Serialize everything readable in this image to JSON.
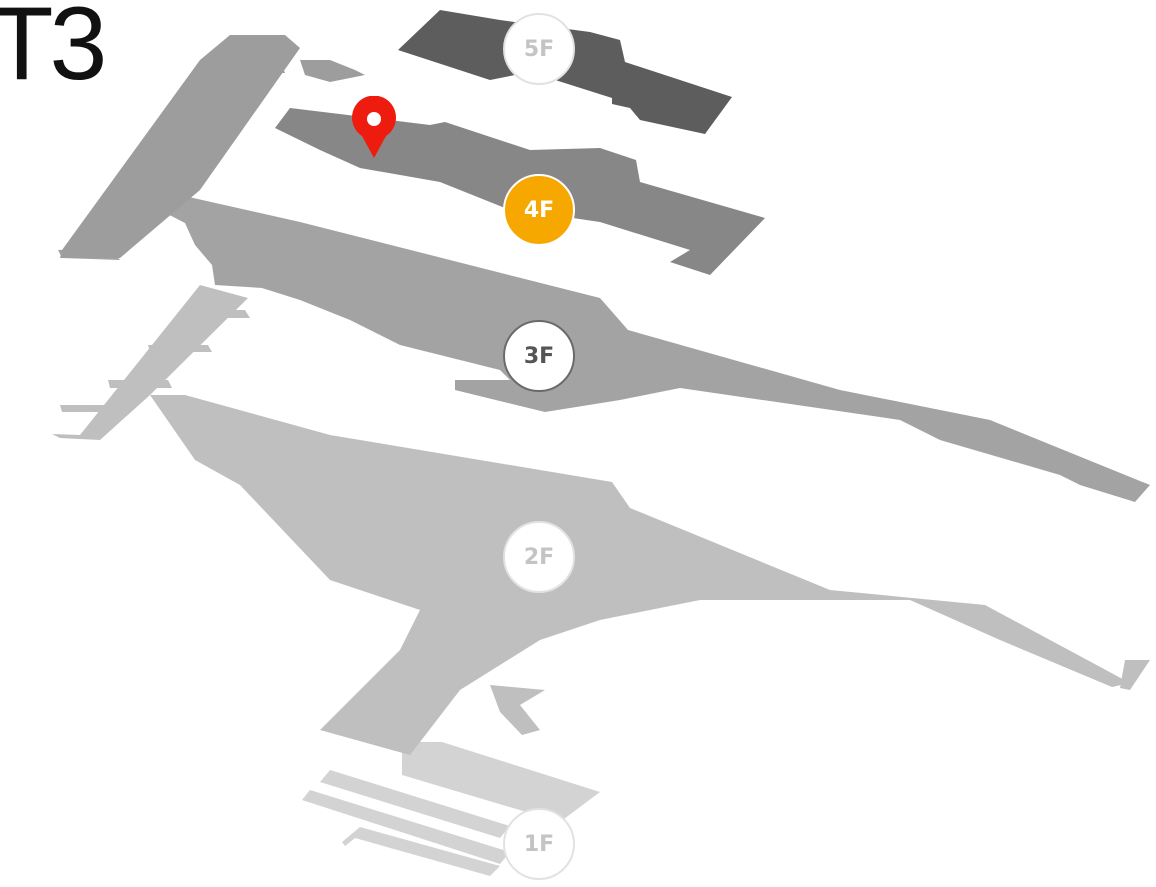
{
  "terminal": {
    "name": "T3"
  },
  "floors": [
    {
      "label": "5F",
      "color": "#5d5d5d"
    },
    {
      "label": "4F",
      "color": "#878787"
    },
    {
      "label": "3F",
      "color": "#a3a3a3"
    },
    {
      "label": "2F",
      "color": "#bfbfbf"
    },
    {
      "label": "1F",
      "color": "#d3d3d3"
    }
  ],
  "selected_floor": "4F",
  "colors": {
    "active_badge": "#f6a800",
    "pin": "#ee1c0e"
  },
  "icons": {
    "location_pin": "location-pin-icon"
  }
}
